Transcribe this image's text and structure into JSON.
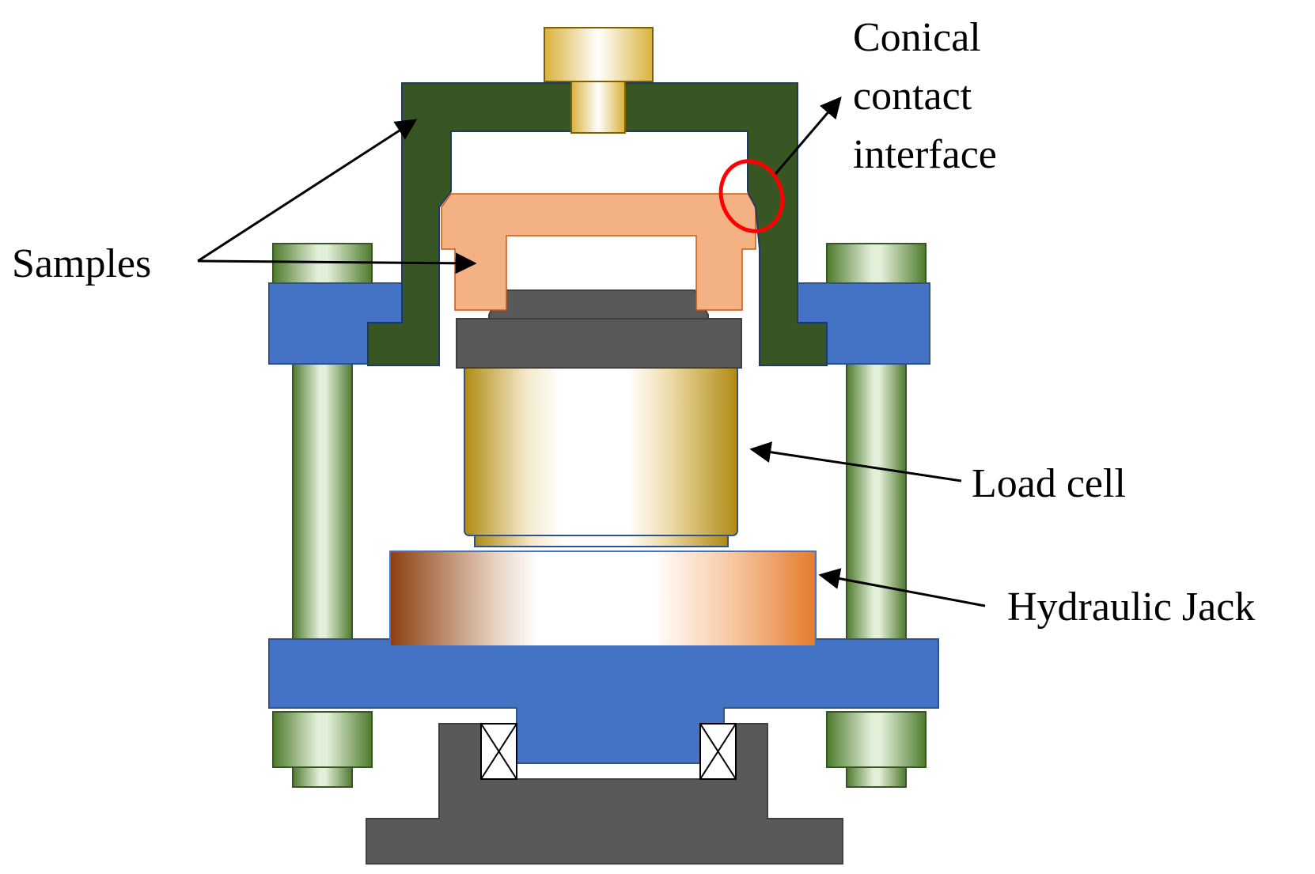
{
  "labels": {
    "conical_line1": "Conical",
    "conical_line2": "contact",
    "conical_line3": "interface",
    "samples": "Samples",
    "load_cell": "Load cell",
    "hydraulic_jack": "Hydraulic Jack"
  },
  "colors": {
    "frame_green": "#375623",
    "base_blue": "#4472C4",
    "sample_salmon": "#F4B183",
    "dark_gray": "#595959",
    "highlight_red": "#FF0000",
    "load_cell_gold": "#BF9000",
    "jack_brown": "#843C0C",
    "jack_orange": "#ED7D31",
    "rod_green": "#548235",
    "top_bolt_yellow": "#FFD966"
  }
}
